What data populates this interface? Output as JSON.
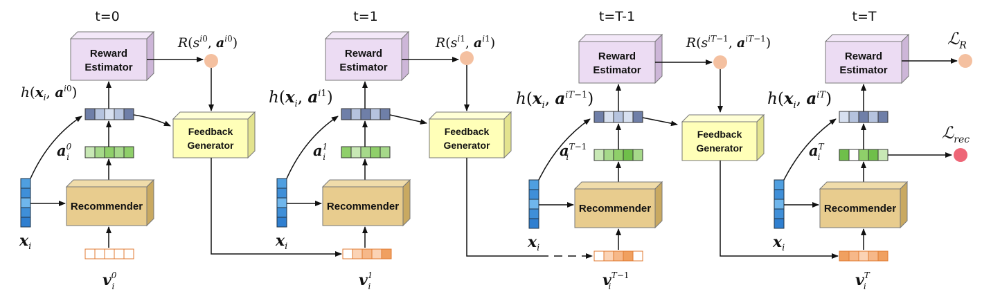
{
  "timesteps": [
    {
      "time_label": "t=0",
      "reward_estimator": [
        "Reward",
        "Estimator"
      ],
      "feedback_generator": [
        "Feedback",
        "Generator"
      ],
      "recommender": "Recommender",
      "h_label": "h(x_i, a_i^0)",
      "action_label": "a_i^0",
      "input_label": "x_i",
      "feedback_label": "v_i^0",
      "reward_label": "R(s_i^0, a_i^0)"
    },
    {
      "time_label": "t=1",
      "reward_estimator": [
        "Reward",
        "Estimator"
      ],
      "feedback_generator": [
        "Feedback",
        "Generator"
      ],
      "recommender": "Recommender",
      "h_label": "h(x_i, a_i^1)",
      "action_label": "a_i^1",
      "input_label": "x_i",
      "feedback_label": "v_i^1",
      "reward_label": "R(s_i^1, a_i^1)"
    },
    {
      "time_label": "t=T-1",
      "reward_estimator": [
        "Reward",
        "Estimator"
      ],
      "feedback_generator": [
        "Feedback",
        "Generator"
      ],
      "recommender": "Recommender",
      "h_label": "h(x_i, a_i^{T-1})",
      "action_label": "a_i^{T-1}",
      "input_label": "x_i",
      "feedback_label": "v_i^{T-1}",
      "reward_label": "R(s_i^{T-1}, a_i^{T-1})"
    },
    {
      "time_label": "t=T",
      "reward_estimator": [
        "Reward",
        "Estimator"
      ],
      "recommender": "Recommender",
      "h_label": "h(x_i, a_i^T)",
      "action_label": "a_i^T",
      "input_label": "x_i",
      "feedback_label": "v_i^T",
      "loss_r_label": "L_R",
      "loss_rec_label": "L_rec"
    }
  ],
  "colors": {
    "reward_box": "#ecdcf3",
    "reward_box_side": "#cdb6d8",
    "feedback_box": "#ffffb8",
    "feedback_box_side": "#e3e38e",
    "recommender_box": "#e8cc8e",
    "recommender_box_side": "#c9a961",
    "input_vector": "#3f8fd8",
    "state_vector": "#7f8fb3",
    "action_vector": "#8fcf6a",
    "feedback_vector": "#f0a060",
    "reward_dot": "#f4c0a0",
    "rec_loss_dot": "#ee6677"
  }
}
